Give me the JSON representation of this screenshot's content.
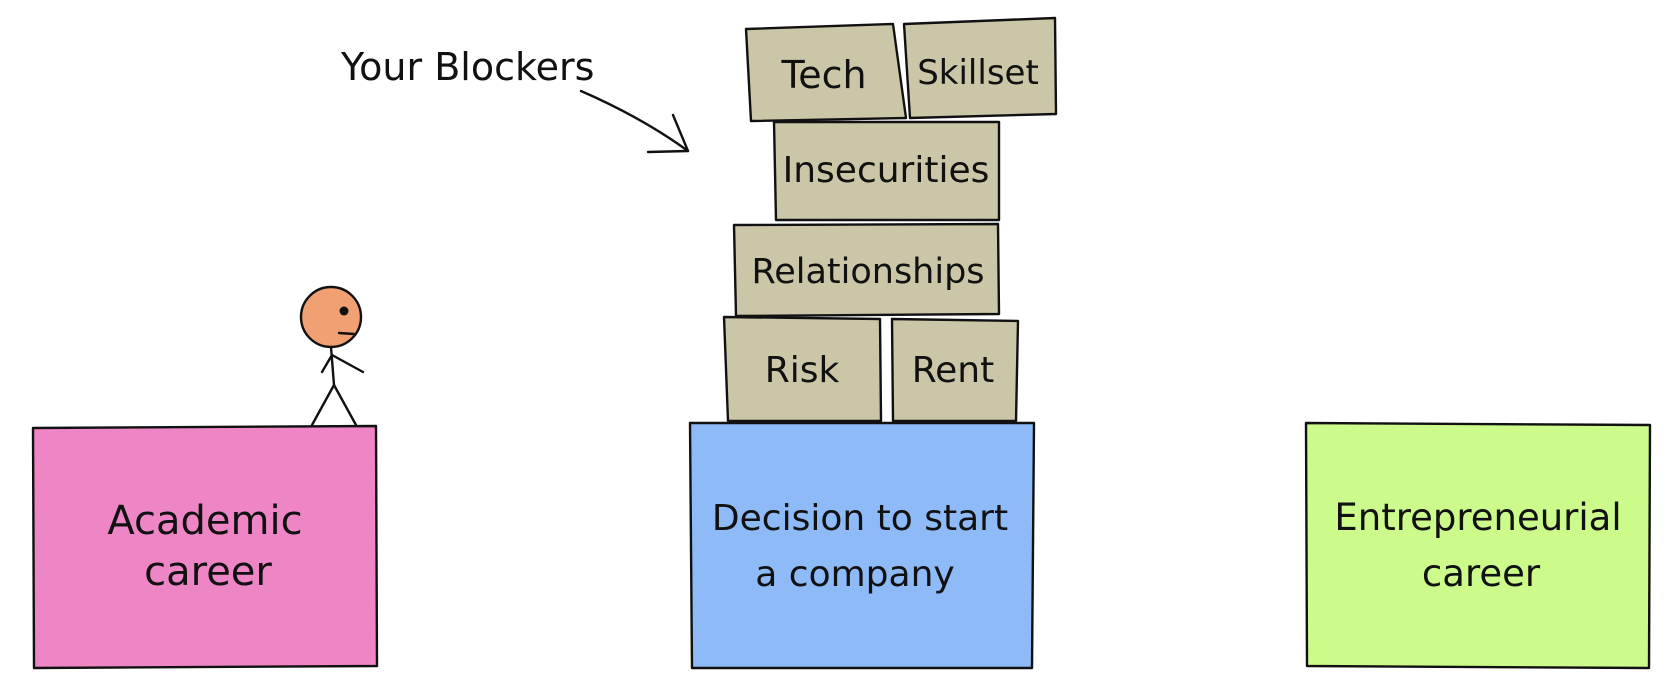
{
  "annotation": {
    "label": "Your Blockers"
  },
  "platforms": {
    "academic": {
      "line1": "Academic",
      "line2": "career",
      "color": "#ee86c6"
    },
    "decision": {
      "line1": "Decision to start",
      "line2": "a company",
      "color": "#8ebaf7"
    },
    "entrepreneurial": {
      "line1": "Entrepreneurial",
      "line2": "career",
      "color": "#ccfb8b"
    }
  },
  "blockers": {
    "color": "#cbc6a8",
    "tech": "Tech",
    "skillset": "Skillset",
    "insecurities": "Insecurities",
    "relationships": "Relationships",
    "risk": "Risk",
    "rent": "Rent"
  },
  "figure": {
    "head_color": "#f0a072"
  },
  "colors": {
    "ink": "#111111",
    "background": "#ffffff"
  }
}
